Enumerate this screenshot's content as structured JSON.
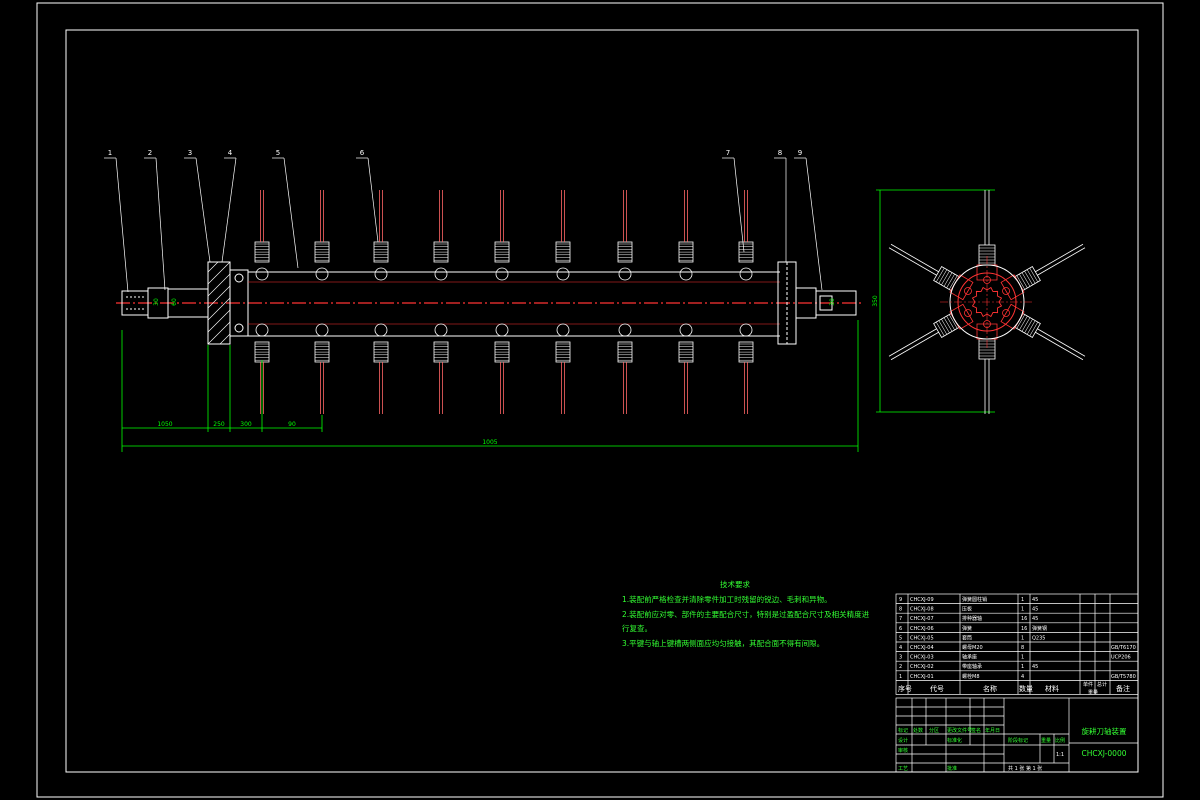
{
  "callouts": [
    "1",
    "2",
    "3",
    "4",
    "5",
    "6",
    "7",
    "8",
    "9"
  ],
  "dimensions": {
    "d1": "1050",
    "d2": "250",
    "d3": "300",
    "d4": "30",
    "d5": "60",
    "d6": "90",
    "total": "1005",
    "diameter": "350"
  },
  "tech": {
    "title": "技术要求",
    "lines": [
      "1.装配前严格检查并清除零件加工时残留的锐边、毛刺和异物。",
      "2.装配前应对零、部件的主要配合尺寸，特别是过盈配合尺寸及相关精度进",
      "  行复查。",
      "3.平键与轴上键槽两侧面应均匀接触，其配合面不得有间隙。"
    ]
  },
  "bom": {
    "rows": [
      {
        "no": "9",
        "code": "CHCXJ-09",
        "name": "弹簧圆柱销",
        "qty": "1",
        "mat": "45",
        "note": ""
      },
      {
        "no": "8",
        "code": "CHCXJ-08",
        "name": "压板",
        "qty": "1",
        "mat": "45",
        "note": ""
      },
      {
        "no": "7",
        "code": "CHCXJ-07",
        "name": "排种器轴",
        "qty": "16",
        "mat": "45",
        "note": ""
      },
      {
        "no": "6",
        "code": "CHCXJ-06",
        "name": "弹簧",
        "qty": "16",
        "mat": "弹簧钢",
        "note": ""
      },
      {
        "no": "5",
        "code": "CHCXJ-05",
        "name": "套筒",
        "qty": "1",
        "mat": "Q235",
        "note": ""
      },
      {
        "no": "4",
        "code": "CHCXJ-04",
        "name": "螺母M20",
        "qty": "8",
        "mat": "",
        "note": "GB/T6170"
      },
      {
        "no": "3",
        "code": "CHCXJ-03",
        "name": "轴承座",
        "qty": "1",
        "mat": "",
        "note": "UCP206"
      },
      {
        "no": "2",
        "code": "CHCXJ-02",
        "name": "带座轴承",
        "qty": "1",
        "mat": "45",
        "note": ""
      },
      {
        "no": "1",
        "code": "CHCXJ-01",
        "name": "螺栓M8",
        "qty": "4",
        "mat": "",
        "note": "GB/T5780"
      }
    ],
    "headers": {
      "no": "序号",
      "code": "代号",
      "name": "名称",
      "qty": "数量",
      "mat": "材料",
      "unit": "单件",
      "total": "总计",
      "weight": "重量",
      "note": "备注"
    }
  },
  "titleblock": {
    "name": "旋耕刀轴装置",
    "code": "CHCXJ-0000",
    "scale": "1:1",
    "labels": {
      "mark": "标记",
      "count": "处数",
      "zone": "分区",
      "docno": "更改文件号",
      "sign": "签名",
      "date": "年月日",
      "design": "设计",
      "standard": "标准化",
      "review": "审核",
      "process": "工艺",
      "approve": "批准",
      "stage": "阶段标记",
      "wt": "重量",
      "scale": "比例",
      "sheet": "共 1 张  第 1 张"
    }
  },
  "colors": {
    "frame": "#ffffff",
    "part": "#ffffff",
    "dimension": "#00ff00",
    "section": "#ff3333",
    "axis": "#ff3333",
    "annotation": "#33ff33",
    "callout": "#ffffff"
  }
}
